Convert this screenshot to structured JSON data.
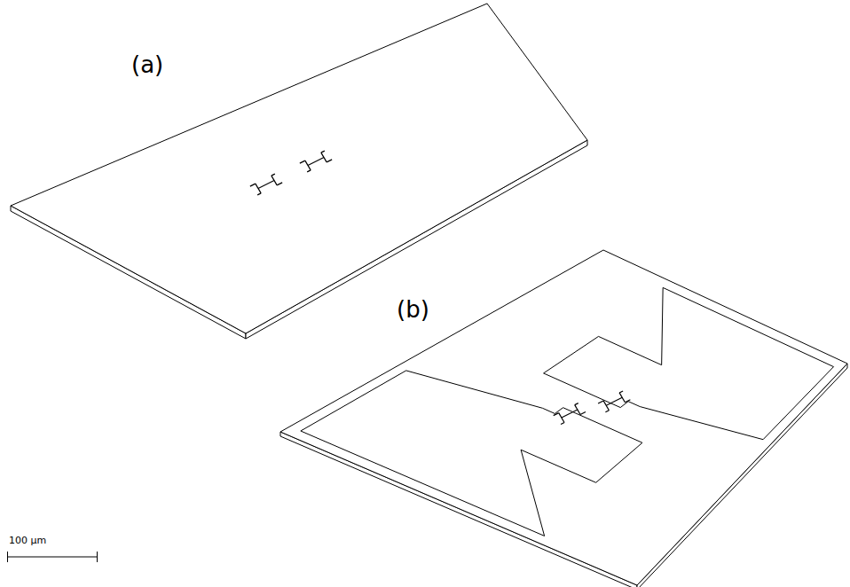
{
  "diagram": {
    "labels": [
      "(a)",
      "(b)",
      "100 µm"
    ]
  }
}
